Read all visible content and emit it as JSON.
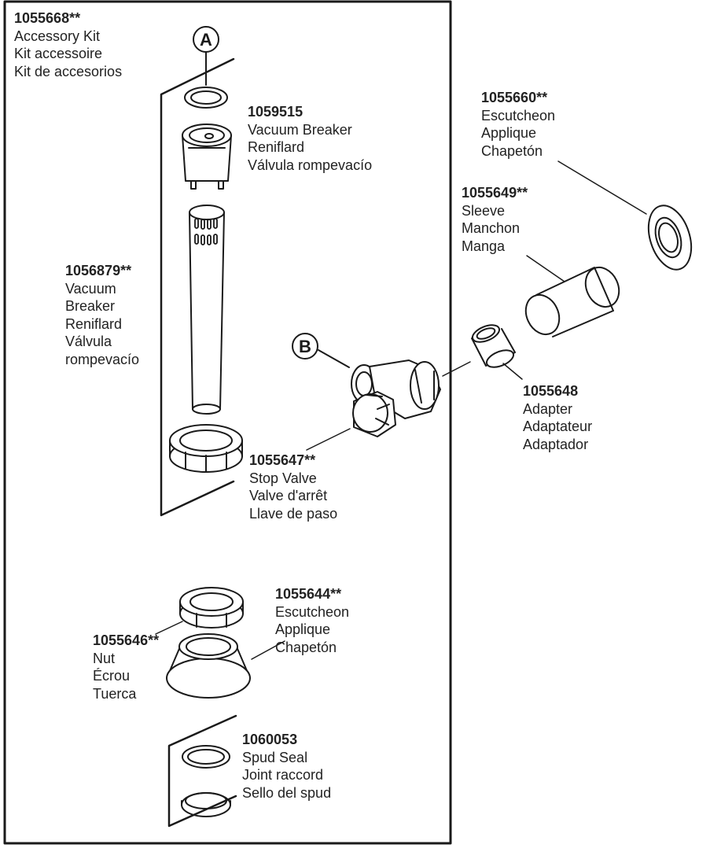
{
  "callouts": {
    "a": "A",
    "b": "B"
  },
  "parts": {
    "accessory_kit": {
      "number": "1055668**",
      "names": [
        "Accessory Kit",
        "Kit accessoire",
        "Kit de accesorios"
      ]
    },
    "vacuum_breaker_top": {
      "number": "1059515",
      "names": [
        "Vacuum Breaker",
        "Reniflard",
        "Válvula rompevacío"
      ]
    },
    "vacuum_breaker_tube": {
      "number": "1056879**",
      "names": [
        "Vacuum",
        "Breaker",
        "Reniflard",
        "Válvula",
        "rompevacío"
      ]
    },
    "escutcheon_wall": {
      "number": "1055660**",
      "names": [
        "Escutcheon",
        "Applique",
        "Chapetón"
      ]
    },
    "sleeve": {
      "number": "1055649**",
      "names": [
        "Sleeve",
        "Manchon",
        "Manga"
      ]
    },
    "adapter": {
      "number": "1055648",
      "names": [
        "Adapter",
        "Adaptateur",
        "Adaptador"
      ]
    },
    "stop_valve": {
      "number": "1055647**",
      "names": [
        "Stop Valve",
        "Valve d'arrêt",
        "Llave de paso"
      ]
    },
    "escutcheon_spud": {
      "number": "1055644**",
      "names": [
        "Escutcheon",
        "Applique",
        "Chapetón"
      ]
    },
    "nut": {
      "number": "1055646**",
      "names": [
        "Nut",
        "Écrou",
        "Tuerca"
      ]
    },
    "spud_seal": {
      "number": "1060053",
      "names": [
        "Spud Seal",
        "Joint raccord",
        "Sello del spud"
      ]
    }
  }
}
